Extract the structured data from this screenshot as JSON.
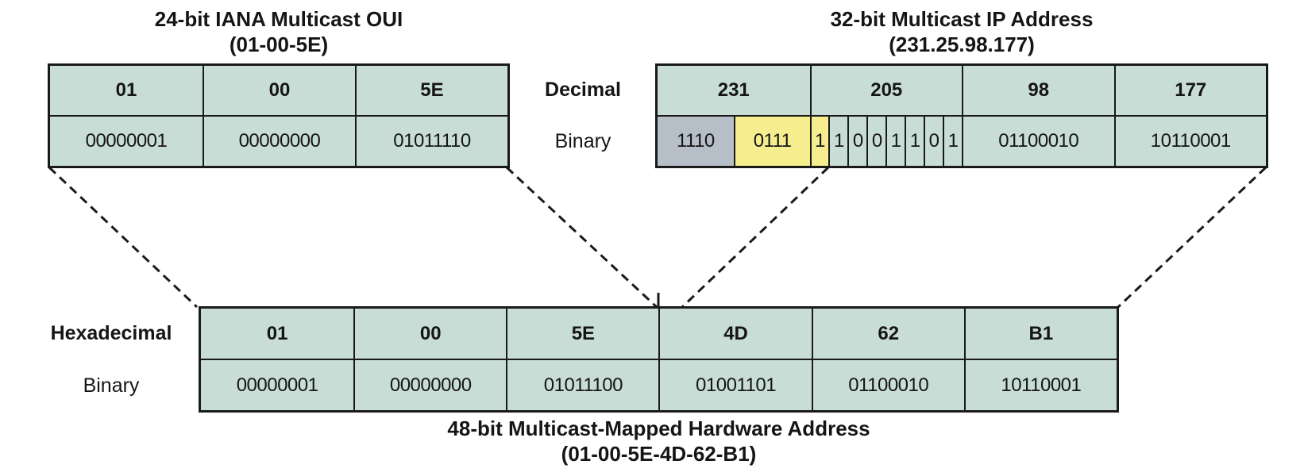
{
  "colors": {
    "cell_green": "#c9ddd7",
    "cell_gray": "#b6bfc8",
    "cell_yellow": "#f6ee8e",
    "line": "#1a1a1a"
  },
  "oui": {
    "title_line1": "24-bit IANA Multicast OUI",
    "title_line2": "(01-00-5E)",
    "hex": [
      "01",
      "00",
      "5E"
    ],
    "binary": [
      "00000001",
      "00000000",
      "01011110"
    ]
  },
  "row_labels": {
    "decimal": "Decimal",
    "binary": "Binary"
  },
  "ip": {
    "title_line1": "32-bit Multicast IP Address",
    "title_line2": "(231.25.98.177)",
    "decimal": [
      "231",
      "205",
      "98",
      "177"
    ],
    "octet1_prefix_bits": "1110",
    "octet1_rest_bits": "0111",
    "octet2_bits": [
      "1",
      "1",
      "0",
      "0",
      "1",
      "1",
      "0",
      "1"
    ],
    "octet3_bits": "01100010",
    "octet4_bits": "10110001"
  },
  "mac": {
    "row_label_hex": "Hexadecimal",
    "row_label_binary": "Binary",
    "hex": [
      "01",
      "00",
      "5E",
      "4D",
      "62",
      "B1"
    ],
    "binary": [
      "00000001",
      "00000000",
      "01011100",
      "01001101",
      "01100010",
      "10110001"
    ],
    "title_line1": "48-bit Multicast-Mapped Hardware Address",
    "title_line2": "(01-00-5E-4D-62-B1)"
  }
}
